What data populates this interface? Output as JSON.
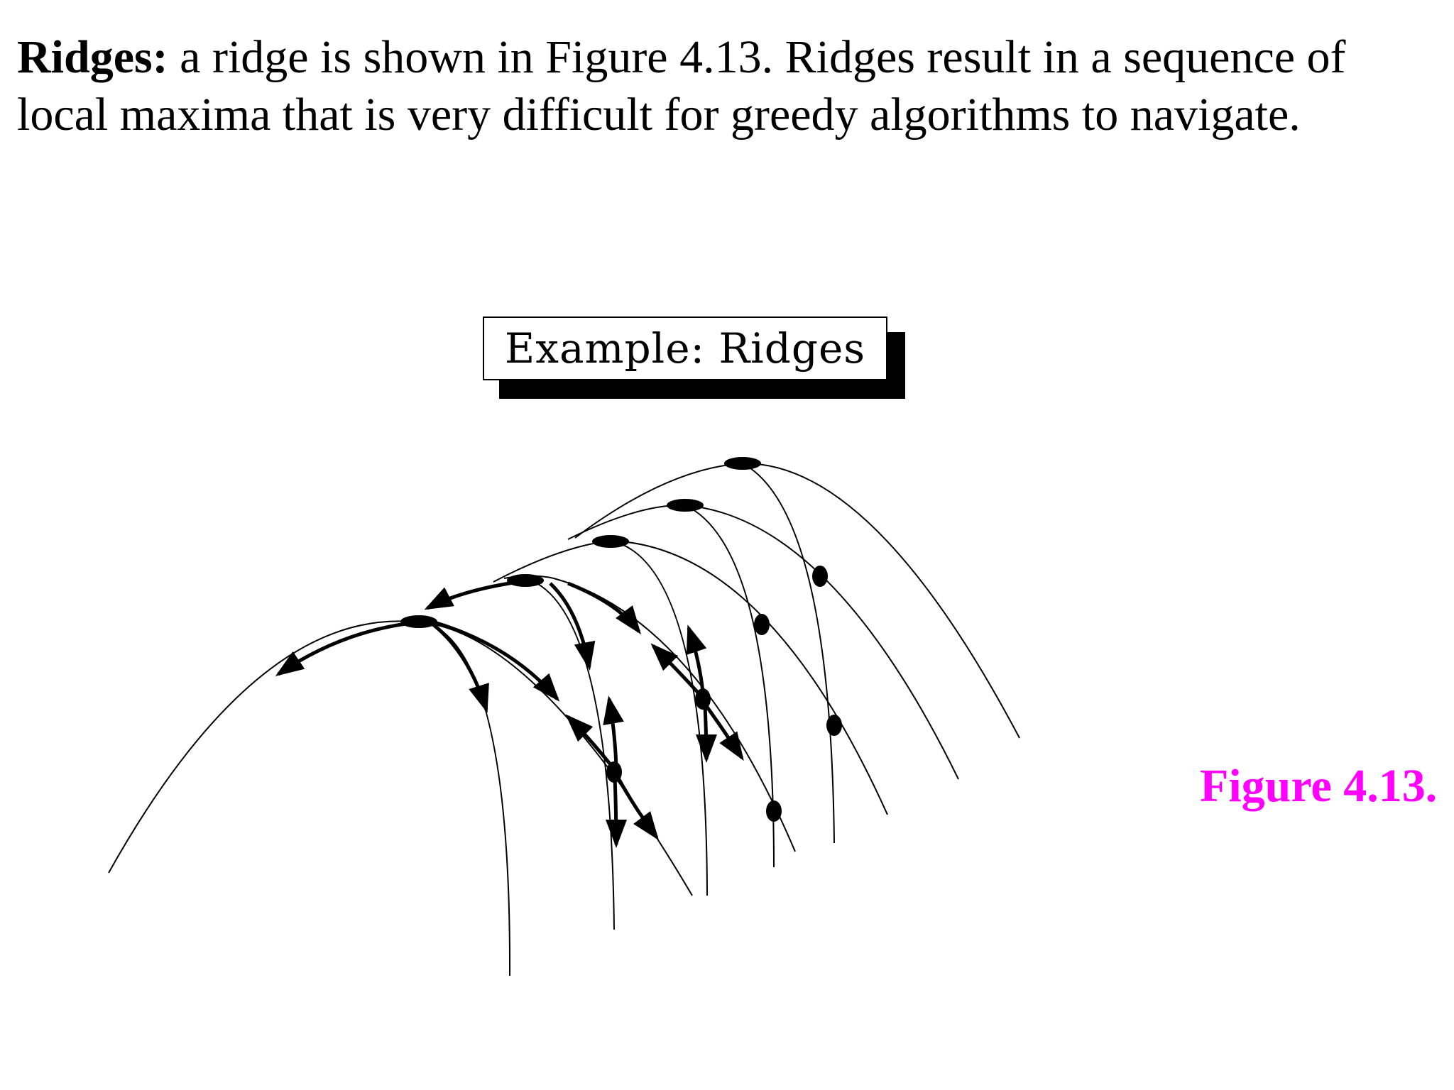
{
  "text": {
    "term": "Ridges:",
    "body_line1": " a ridge is shown in Figure 4.13. Ridges result in a sequence of",
    "body_line2": "local maxima that is very difficult for greedy algorithms to navigate."
  },
  "figure": {
    "title": "Example:  Ridges",
    "caption": "Figure 4.13.",
    "caption_color": "#ff00ff",
    "ink_color": "#000000"
  }
}
